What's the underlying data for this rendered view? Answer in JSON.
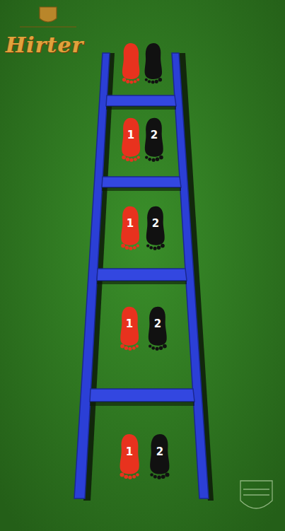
{
  "diagram": {
    "nodes": [
      {
        "text": [
          "1"
        ]
      },
      {
        "text": [
          "2"
        ]
      },
      {
        "text": [
          "1"
        ]
      },
      {
        "text": [
          "2"
        ]
      },
      {
        "text": [
          "1"
        ]
      },
      {
        "text": [
          "2"
        ]
      },
      {
        "text": [
          "1"
        ]
      },
      {
        "text": [
          "2"
        ]
      }
    ],
    "labels": [
      "Hirter"
    ]
  }
}
